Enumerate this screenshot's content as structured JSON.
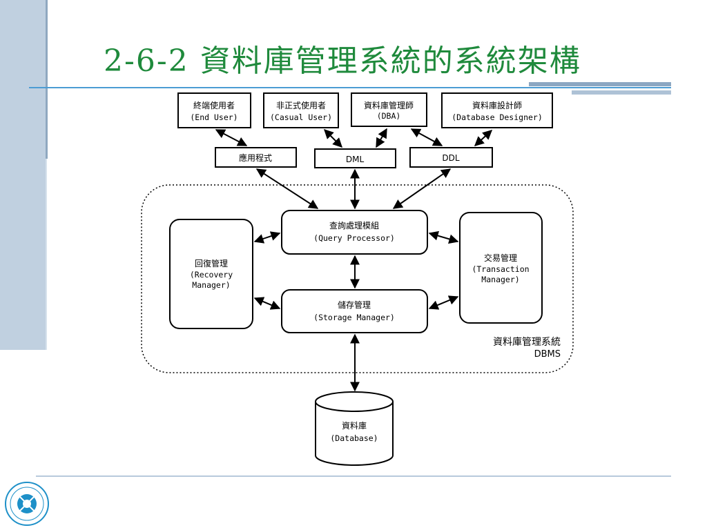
{
  "title": "2-6-2 資料庫管理系統的系統架構",
  "diagram": {
    "users": {
      "end_user": {
        "zh": "終端使用者",
        "en": "(End User)"
      },
      "casual_user": {
        "zh": "非正式使用者",
        "en": "(Casual User)"
      },
      "dba": {
        "zh": "資料庫管理師",
        "en": "(DBA)"
      },
      "designer": {
        "zh": "資料庫設計師",
        "en": "(Database Designer)"
      }
    },
    "interfaces": {
      "app": "應用程式",
      "dml": "DML",
      "ddl": "DDL"
    },
    "dbms": {
      "query": {
        "zh": "查詢處理模組",
        "en": "(Query Processor)"
      },
      "storage": {
        "zh": "儲存管理",
        "en": "(Storage Manager)"
      },
      "recovery": {
        "zh": "回復管理",
        "en1": "(Recovery",
        "en2": "Manager)"
      },
      "transaction": {
        "zh": "交易管理",
        "en1": "(Transaction",
        "en2": "Manager)"
      },
      "label_zh": "資料庫管理系統",
      "label_en": "DBMS"
    },
    "database": {
      "zh": "資料庫",
      "en": "(Database)"
    }
  }
}
